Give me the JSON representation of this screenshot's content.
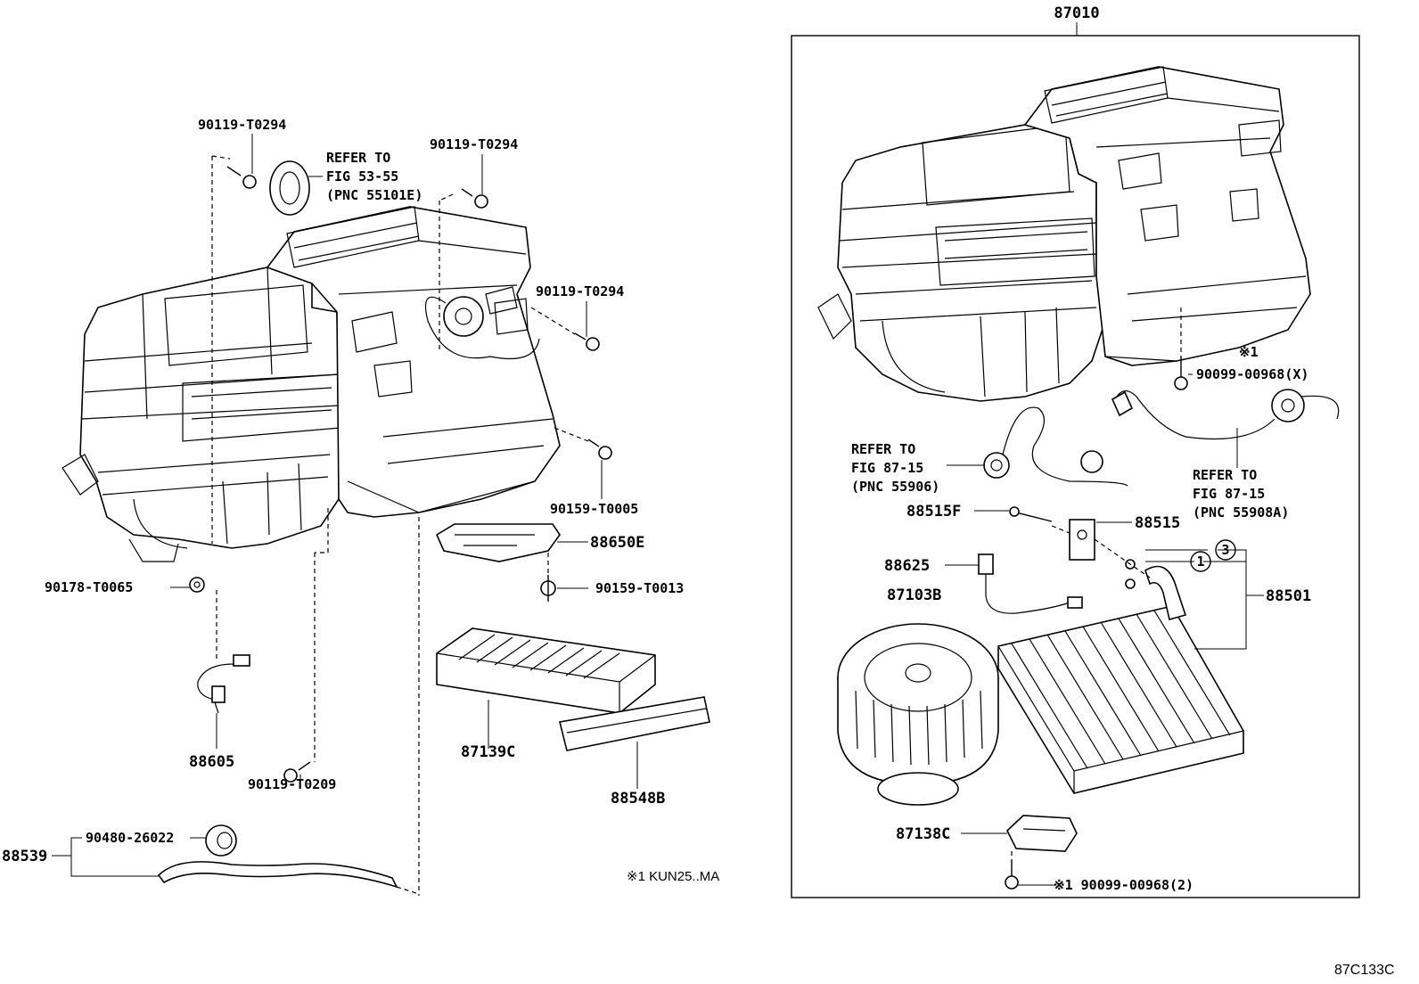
{
  "labels": {
    "assy_87010": "87010",
    "screw_t0294_a": "90119-T0294",
    "screw_t0294_b": "90119-T0294",
    "screw_t0294_c": "90119-T0294",
    "refer_5355_1": "REFER TO",
    "refer_5355_2": "FIG 53-55",
    "refer_5355_3": "(PNC 55101E)",
    "bolt_t0005": "90159-T0005",
    "bracket_88650e": "88650E",
    "bolt_t0013": "90159-T0013",
    "nut_t0065": "90178-T0065",
    "wire_88605": "88605",
    "screw_t0209": "90119-T0209",
    "filter_87139c": "87139C",
    "cover_88548b": "88548B",
    "grommet_26022": "90480-26022",
    "hose_88539": "88539",
    "note_kun25": "※1 KUN25..MA",
    "screw_00968x_mark": "※1",
    "screw_00968x": "90099-00968(X)",
    "refer_8715a_1": "REFER TO",
    "refer_8715a_2": "FIG 87-15",
    "refer_8715a_3": "(PNC 55906)",
    "refer_8715b_1": "REFER TO",
    "refer_8715b_2": "FIG 87-15",
    "refer_8715b_3": "(PNC 55908A)",
    "bolt_88515f": "88515F",
    "valve_88515": "88515",
    "thermistor_88625": "88625",
    "blower_87103b": "87103B",
    "evaporator_88501": "88501",
    "circle_1": "1",
    "circle_3": "3",
    "resistor_87138c": "87138C",
    "screw_00968_2": "※1 90099-00968(2)",
    "figure_code": "87C133C"
  }
}
